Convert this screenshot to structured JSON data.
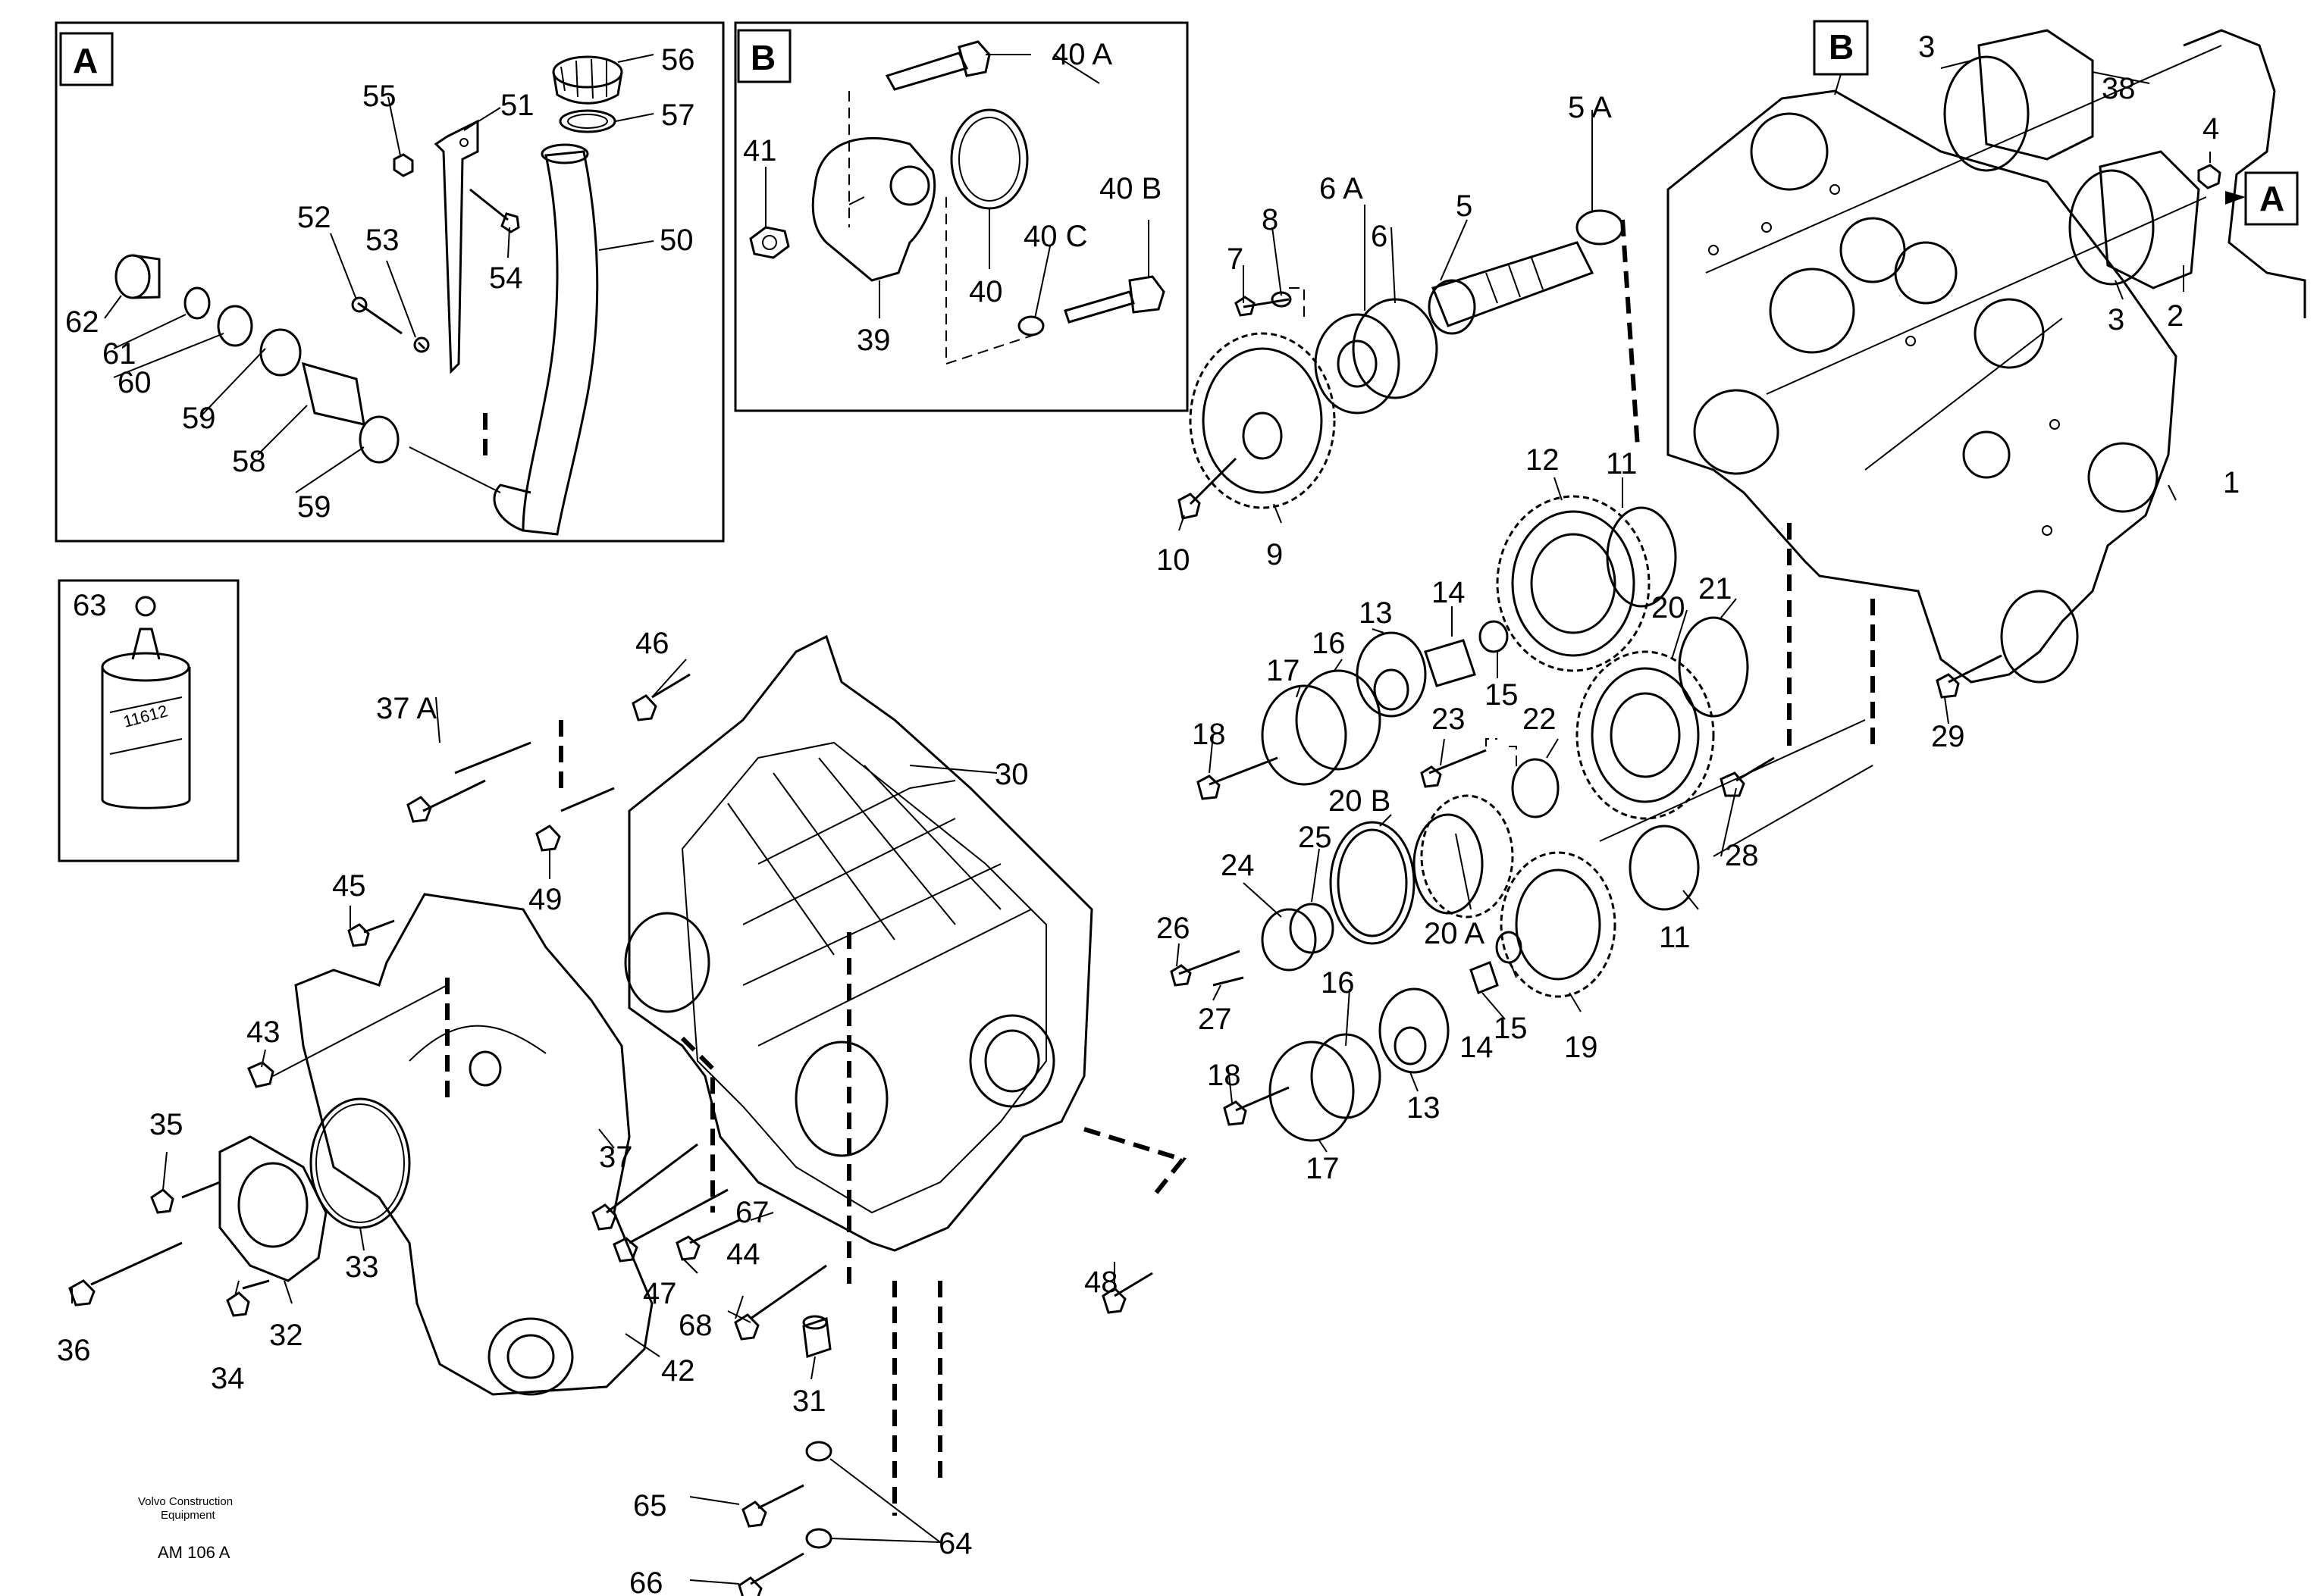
{
  "inset_a": {
    "letter": "A"
  },
  "inset_b": {
    "letter": "B"
  },
  "callout_b": "B",
  "callout_a": "A",
  "bottle_label": "11612",
  "credit": {
    "line1": "Volvo Construction",
    "line2": "Equipment"
  },
  "drawing_code": "AM 106 A",
  "labels": {
    "n1": "1",
    "n2": "2",
    "n3a": "3",
    "n3b": "3",
    "n4": "4",
    "n5": "5",
    "n5a": "5 A",
    "n6": "6",
    "n6a": "6 A",
    "n7": "7",
    "n8": "8",
    "n9": "9",
    "n10": "10",
    "n11a": "11",
    "n11b": "11",
    "n12": "12",
    "n13a": "13",
    "n13b": "13",
    "n14a": "14",
    "n14b": "14",
    "n15a": "15",
    "n15b": "15",
    "n16a": "16",
    "n16b": "16",
    "n17a": "17",
    "n17b": "17",
    "n18a": "18",
    "n18b": "18",
    "n19": "19",
    "n20": "20",
    "n20a": "20 A",
    "n20b": "20 B",
    "n21": "21",
    "n22": "22",
    "n23": "23",
    "n24": "24",
    "n25": "25",
    "n26": "26",
    "n27": "27",
    "n28": "28",
    "n29": "29",
    "n30": "30",
    "n31": "31",
    "n32": "32",
    "n33": "33",
    "n34": "34",
    "n35": "35",
    "n36": "36",
    "n37": "37",
    "n37a": "37 A",
    "n38": "38",
    "n39": "39",
    "n40": "40",
    "n40a": "40 A",
    "n40b": "40 B",
    "n40c": "40 C",
    "n41": "41",
    "n42": "42",
    "n43": "43",
    "n44": "44",
    "n45": "45",
    "n46": "46",
    "n47": "47",
    "n48": "48",
    "n49": "49",
    "n50": "50",
    "n51": "51",
    "n52": "52",
    "n53": "53",
    "n54": "54",
    "n55": "55",
    "n56": "56",
    "n57": "57",
    "n58": "58",
    "n59a": "59",
    "n59b": "59",
    "n60": "60",
    "n61": "61",
    "n62": "62",
    "n63": "63",
    "n64": "64",
    "n65": "65",
    "n66": "66",
    "n67": "67",
    "n68": "68"
  }
}
